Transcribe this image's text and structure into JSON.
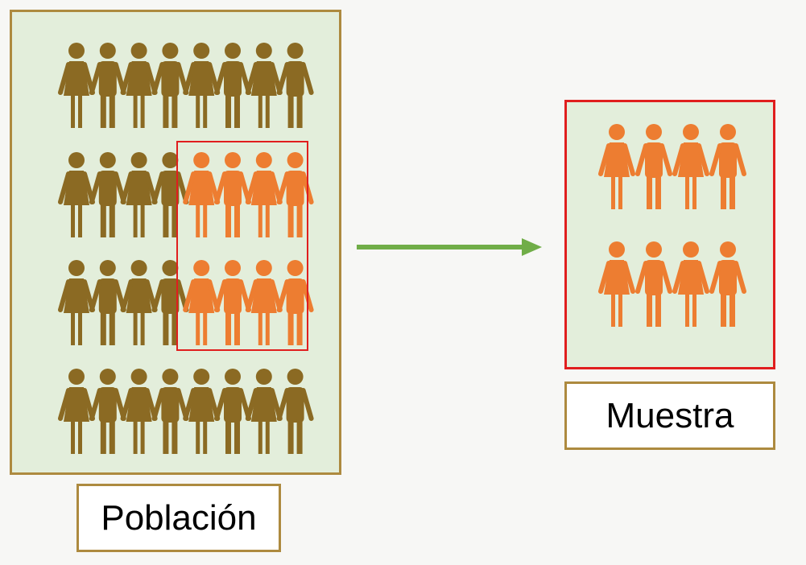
{
  "labels": {
    "population": "Población",
    "sample": "Muestra"
  },
  "colors": {
    "population_figure": "#8b6a23",
    "sample_figure": "#ed7d31",
    "panel_fill": "#e3eedb",
    "frame_gold": "#ad8a3f",
    "selection_red": "#e01e1e",
    "arrow_green": "#70ad47"
  },
  "icons": {
    "figure_a": "woman-figure-icon",
    "figure_b": "man-figure-icon",
    "arrow": "right-arrow-icon"
  },
  "population": {
    "rows": 4,
    "figures_per_row": 8,
    "selected_rows": [
      1,
      2
    ],
    "selected_columns": [
      4,
      5,
      6,
      7
    ]
  },
  "sample": {
    "rows": 2,
    "figures_per_row": 4
  }
}
